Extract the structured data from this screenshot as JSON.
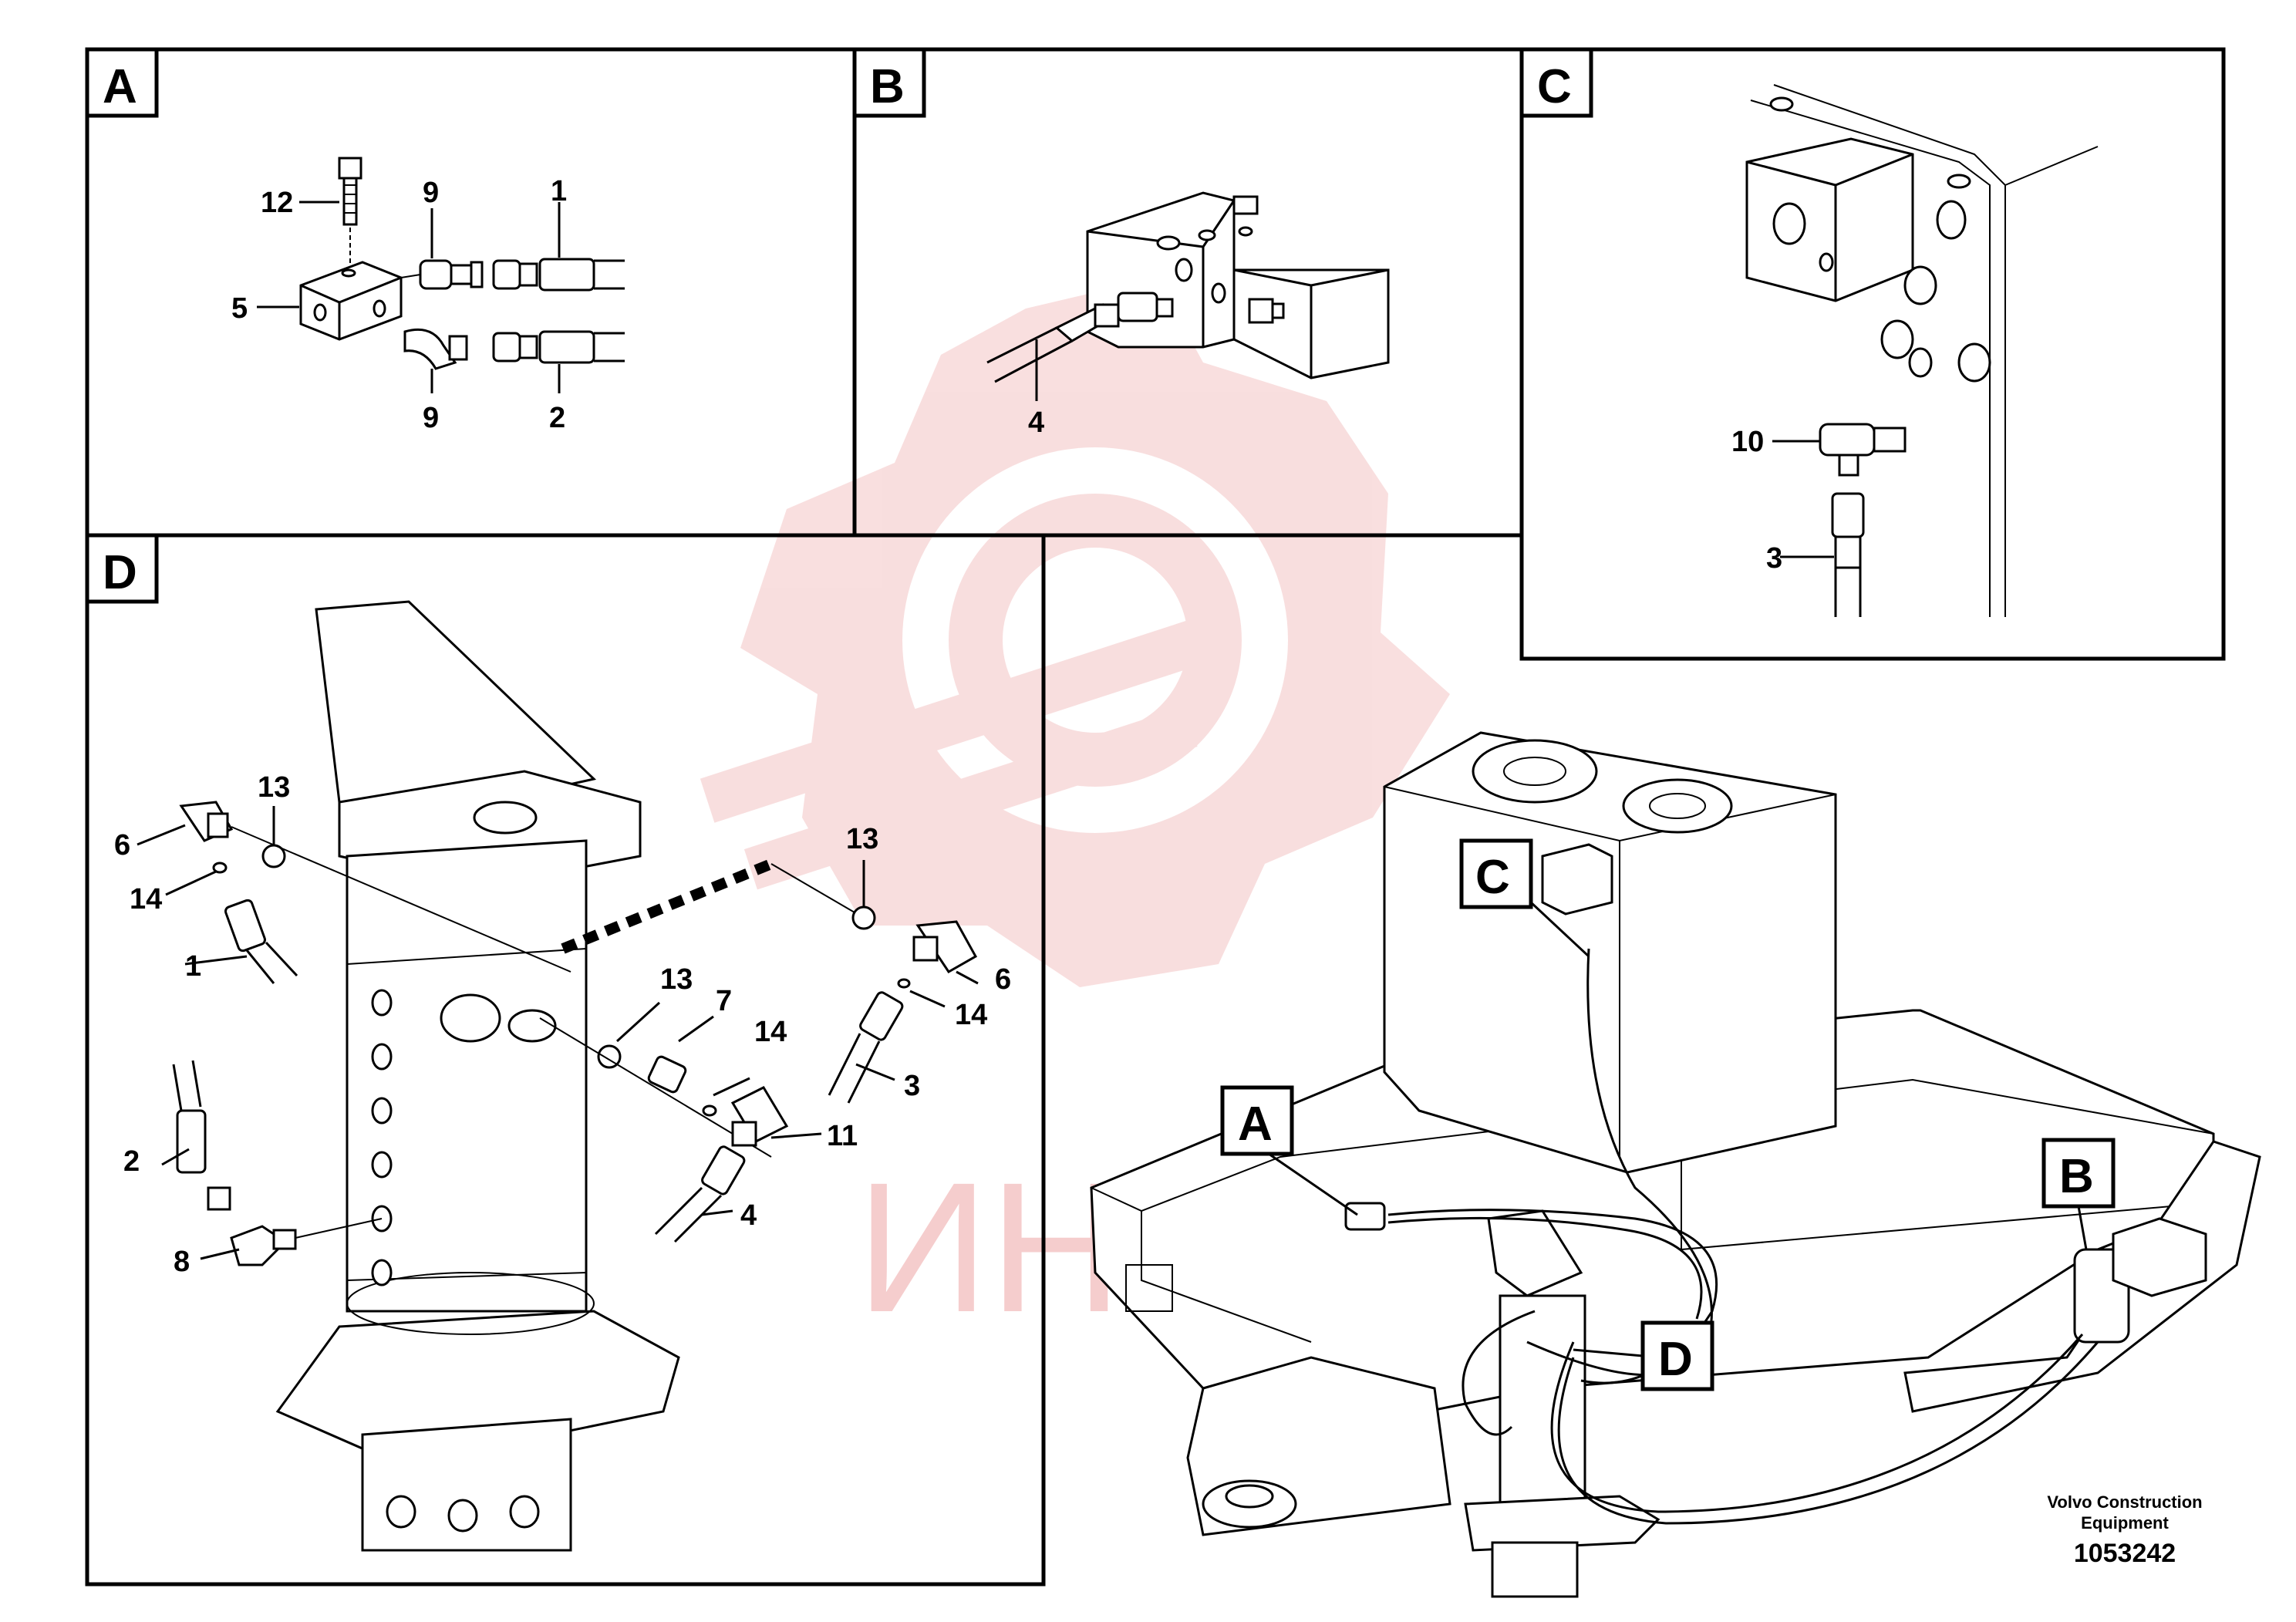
{
  "panels": {
    "a": {
      "tag": "A",
      "callouts": {
        "c12": "12",
        "c9a": "9",
        "c1": "1",
        "c5": "5",
        "c9b": "9",
        "c2": "2"
      }
    },
    "b": {
      "tag": "B",
      "callouts": {
        "c4": "4"
      }
    },
    "c": {
      "tag": "C",
      "callouts": {
        "c10": "10",
        "c3": "3"
      }
    },
    "d": {
      "tag": "D",
      "callouts": {
        "c13a": "13",
        "c6a": "6",
        "c14a": "14",
        "c1": "1",
        "c13b": "13",
        "c6b": "6",
        "c14b": "14",
        "c3": "3",
        "c13c": "13",
        "c7": "7",
        "c14c": "14",
        "c11": "11",
        "c4": "4",
        "c2": "2",
        "c8": "8"
      }
    }
  },
  "overview": {
    "tags": {
      "a": "A",
      "b": "B",
      "c": "C",
      "d": "D"
    }
  },
  "footer": {
    "company": "Volvo Construction",
    "company2": "Equipment",
    "number": "1053242"
  },
  "watermark": {
    "text": "ИНТЕХ",
    "color": "#f2b8b8"
  },
  "colors": {
    "line": "#000000",
    "background": "#ffffff",
    "watermark_logo": "#f4c4c4"
  }
}
